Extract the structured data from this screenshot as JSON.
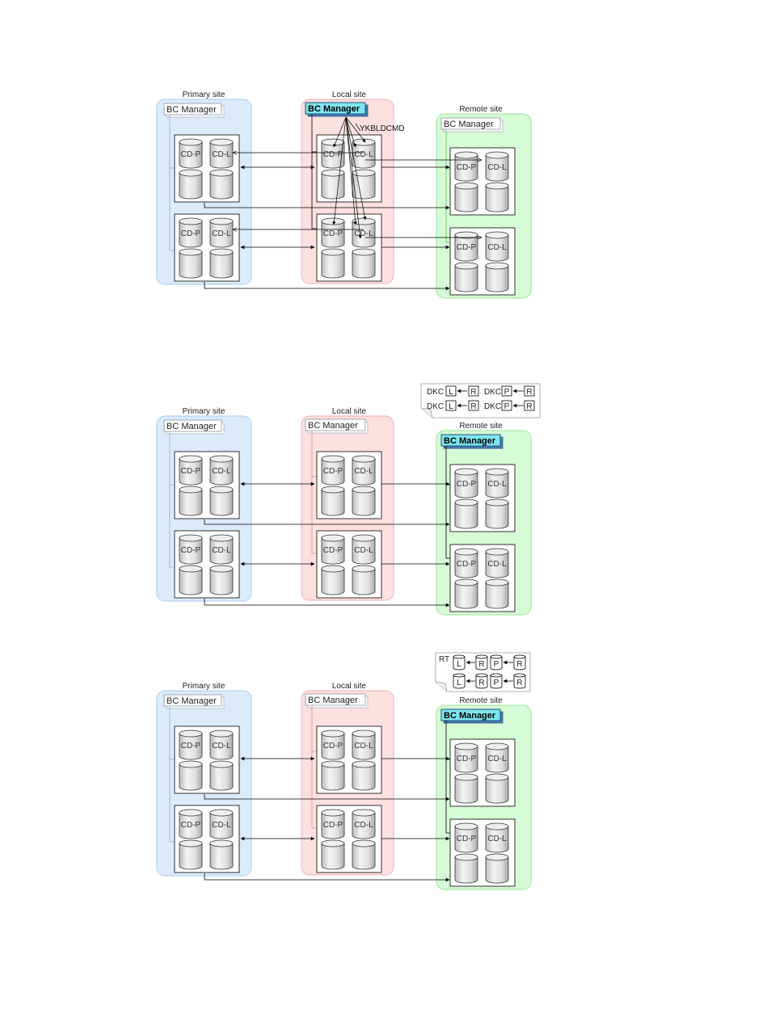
{
  "labels": {
    "primary_site": "Primary site",
    "local_site": "Local site",
    "remote_site": "Remote site",
    "bc_manager": "BC Manager",
    "cd_p": "CD-P",
    "cd_l": "CD-L",
    "command": "YKBLDCMD",
    "dkc": "DKC",
    "rt": "RT",
    "l": "L",
    "r": "R",
    "p": "P"
  },
  "colors": {
    "primary_bg": "#dcebfb",
    "primary_border": "#a9cdf0",
    "local_bg": "#fde0e0",
    "local_border": "#f0b0b0",
    "remote_bg": "#d6fbd6",
    "remote_border": "#9fe09f",
    "bcm_active_fill": "#7fe6ef"
  },
  "diagrams": [
    {
      "id": "diagram-1",
      "active_site": "local",
      "legend": "none"
    },
    {
      "id": "diagram-2",
      "active_site": "remote",
      "legend": "dkc"
    },
    {
      "id": "diagram-3",
      "active_site": "remote",
      "legend": "rt"
    }
  ]
}
